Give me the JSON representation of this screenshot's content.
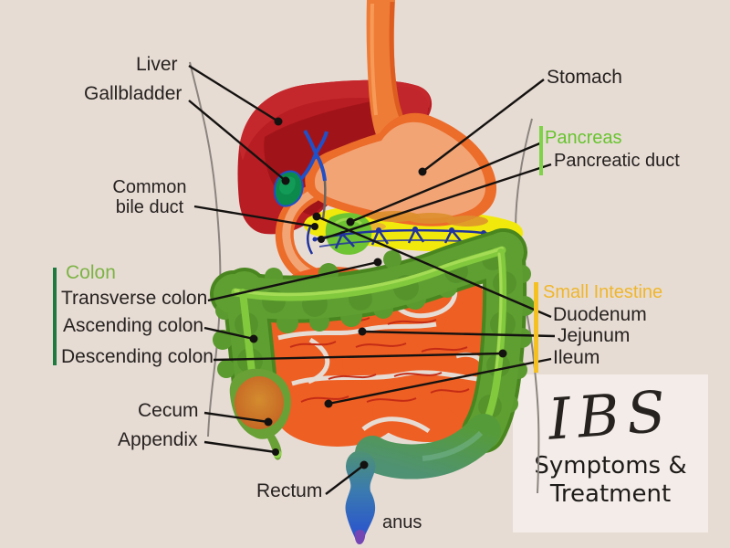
{
  "title": "Digestive system diagram - IBS Symptoms & Treatment",
  "labels": {
    "liver": "Liver",
    "gallbladder": "Gallbladder",
    "common_bile_duct": "Common bile duct",
    "colon_header": "Colon",
    "transverse_colon": "Transverse colon",
    "ascending_colon": "Ascending colon",
    "descending_colon": "Descending colon",
    "cecum": "Cecum",
    "appendix": "Appendix",
    "rectum": "Rectum",
    "anus": "anus",
    "stomach": "Stomach",
    "pancreas_header": "Pancreas",
    "pancreatic_duct": "Pancreatic duct",
    "small_intestine_header": "Small Intestine",
    "duodenum": "Duodenum",
    "jejunum": "Jejunum",
    "ileum": "Ileum"
  },
  "infobox": {
    "title": "IBS",
    "subtitle_line1": "Symptoms &",
    "subtitle_line2": "Treatment"
  },
  "colors": {
    "background": "#e7dcd4",
    "infobox_background": "#f4ece8",
    "label_text": "#262220",
    "colon_header_text": "#7cb344",
    "colon_bar": "#1f7a40",
    "pancreas_header_text": "#67c42e",
    "pancreas_bar": "#7ed348",
    "small_intestine_header_text": "#efb62c",
    "small_intestine_bar": "#f5c021",
    "liver": "#b81d23",
    "stomach_outline": "#ec6c2a",
    "stomach_fill": "#f2a475",
    "pancreas_yellow": "#f2e90c",
    "small_intestine_orange": "#ee5f23",
    "colon_green": "#5f9e31",
    "rectum_blue": "#2d5bc8",
    "anus_purple": "#7446b4",
    "gallbladder_green": "#0c8a4b",
    "duct_blue": "#2050c8",
    "pointer_line": "#141210"
  }
}
